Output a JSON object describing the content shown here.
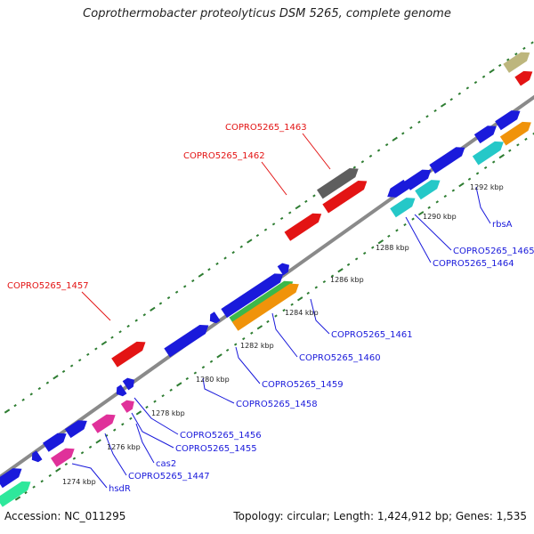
{
  "title": "Coprothermobacter proteolyticus DSM 5265, complete genome",
  "footer": {
    "accession": "Accession: NC_011295",
    "summary": "Topology: circular; Length: 1,424,912 bp; Genes: 1,535"
  },
  "colors": {
    "backbone": "#8a8a8a",
    "tick": "#2e7d32",
    "blue": "#1a1adb",
    "red": "#e31414",
    "gray": "#5e5e5e",
    "green": "#3cb84a",
    "orange": "#f0930a",
    "cyan": "#25c8c8",
    "pink": "#e0319a",
    "spring": "#2ee89b",
    "khaki": "#bdb67d",
    "label_red": "#e31414",
    "label_blue": "#1a1adb"
  },
  "ticks": [
    "1274 kbp",
    "1276 kbp",
    "1278 kbp",
    "1280 kbp",
    "1282 kbp",
    "1284 kbp",
    "1286 kbp",
    "1288 kbp",
    "1290 kbp",
    "1292 kbp"
  ],
  "labels": [
    "COPRO5265_1463",
    "COPRO5265_1462",
    "COPRO5265_1457",
    "COPRO5265_1465",
    "COPRO5265_1464",
    "rbsA",
    "COPRO5265_1461",
    "COPRO5265_1460",
    "COPRO5265_1459",
    "COPRO5265_1458",
    "COPRO5265_1456",
    "COPRO5265_1455",
    "cas2",
    "COPRO5265_1447",
    "hsdR"
  ]
}
